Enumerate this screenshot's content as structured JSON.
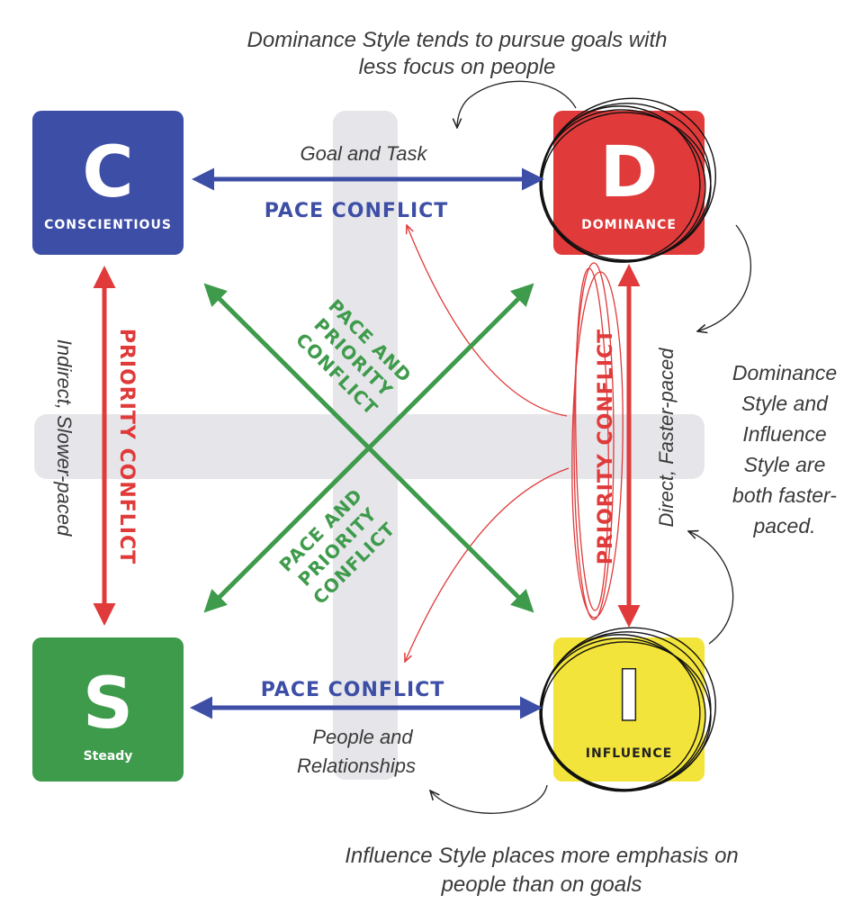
{
  "top_note": {
    "line1": "Dominance Style tends to pursue goals with",
    "line2": "less focus on people"
  },
  "right_note": {
    "line1": "Dominance",
    "line2": "Style and",
    "line3": "Influence",
    "line4": "Style are",
    "line5": "both faster-",
    "line6": "paced."
  },
  "bottom_note": {
    "line1": "Influence Style places more emphasis on",
    "line2": "people than on goals"
  },
  "quadrants": {
    "c": {
      "letter": "C",
      "label": "CONSCIENTIOUS",
      "color": "#3d4ea6"
    },
    "d": {
      "letter": "D",
      "label": "DOMINANCE",
      "color": "#e03a3a"
    },
    "s": {
      "letter": "S",
      "label": "Steady",
      "color": "#3f9b4c"
    },
    "i": {
      "letter": "I",
      "label": "INFLUENCE",
      "color": "#f2e43a"
    }
  },
  "edges": {
    "top": {
      "note": "Goal and Task",
      "conflict": "PACE CONFLICT"
    },
    "bottom": {
      "conflict": "PACE CONFLICT",
      "note_line1": "People and",
      "note_line2": "Relationships"
    },
    "left": {
      "conflict": "PRIORITY CONFLICT",
      "note": "Indirect, Slower-paced"
    },
    "right": {
      "conflict": "PRIORITY CONFLICT",
      "note": "Direct, Faster-paced"
    }
  },
  "diagonal_upper": {
    "line1": "PACE AND",
    "line2": "PRIORITY",
    "line3": "CONFLICT"
  },
  "diagonal_lower": {
    "line1": "PACE AND",
    "line2": "PRIORITY",
    "line3": "CONFLICT"
  },
  "colors": {
    "blue_arrow": "#3d4ea6",
    "red_arrow": "#e03a3a",
    "green_arrow": "#3f9b4c",
    "axis_band": "#e6e6ea"
  }
}
